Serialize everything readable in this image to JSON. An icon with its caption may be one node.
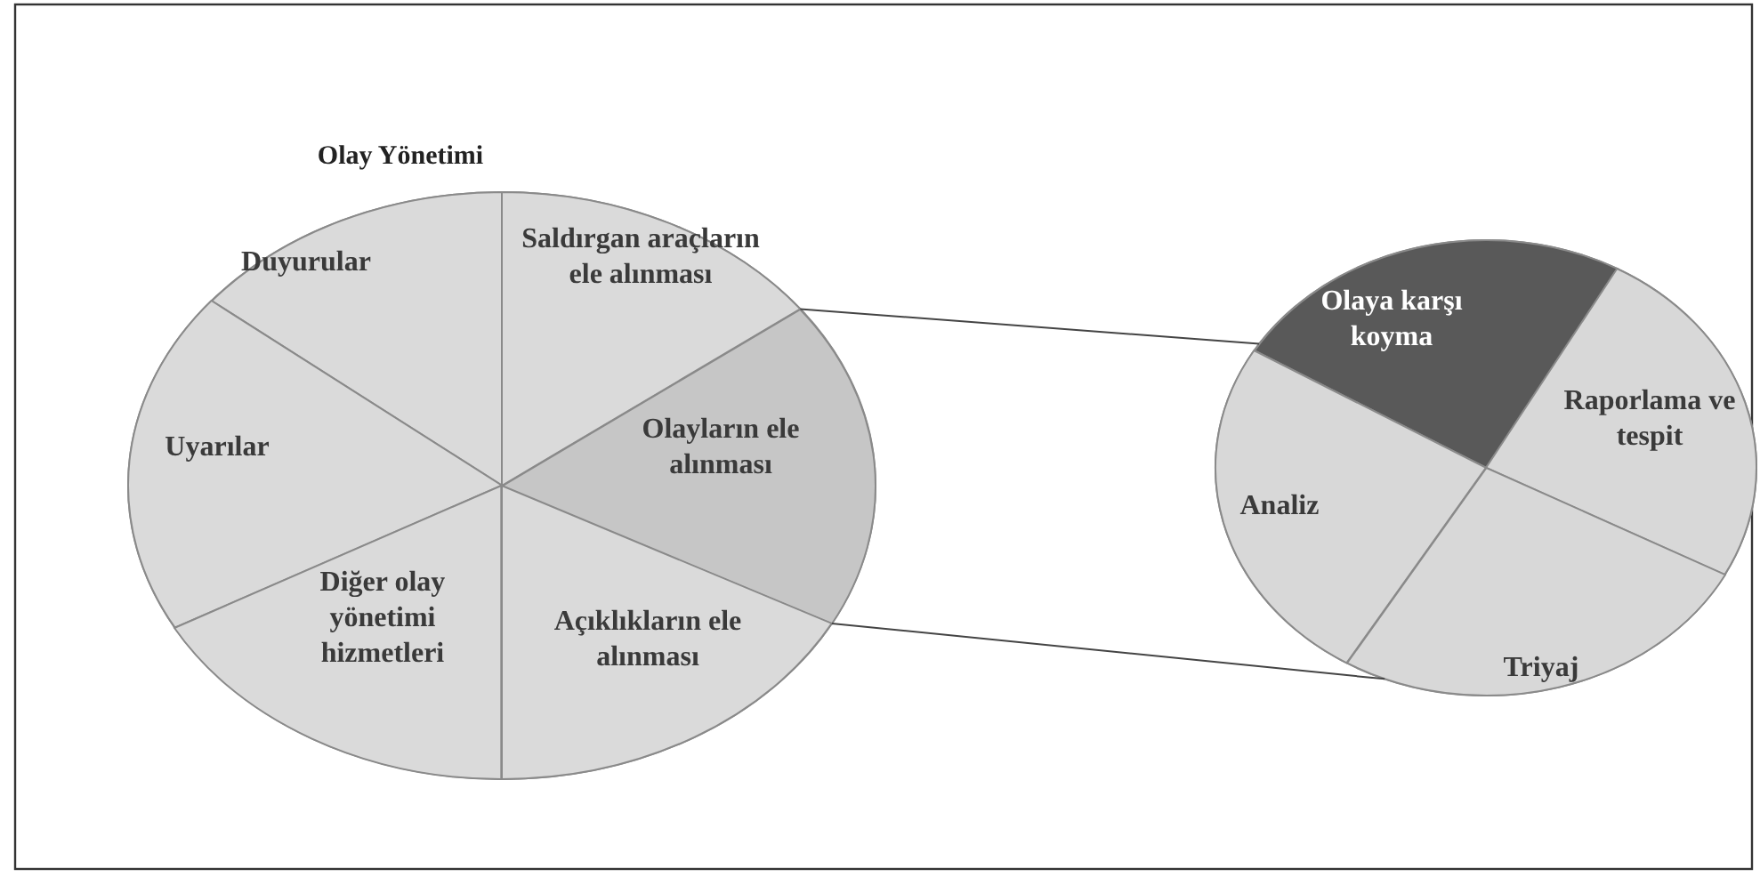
{
  "diagram": {
    "title": "Olay Yönetimi",
    "nodes": [
      {
        "text": [],
        "shape": "circle"
      },
      {
        "text": [
          "Duyurular"
        ],
        "in": 0
      },
      {
        "text": [
          "Saldırgan araçların ele alınması"
        ],
        "in": 0
      },
      {
        "text": [
          "Uyarılar"
        ],
        "in": 0
      },
      {
        "text": [
          "Olayların ele alınması"
        ],
        "in": 0
      },
      {
        "text": [
          "Diğer olay yönetimi hizmetleri"
        ],
        "in": 0
      },
      {
        "text": [
          "Açıklıkların ele alınması"
        ],
        "in": 0
      },
      {
        "text": [],
        "shape": "circle"
      },
      {
        "text": [
          "Olaya karşı koyma"
        ],
        "in": 7
      },
      {
        "text": [
          "Raporlama ve tespit"
        ],
        "in": 7
      },
      {
        "text": [
          "Analiz"
        ],
        "in": 7
      },
      {
        "text": [
          "Triyaj"
        ],
        "in": 7
      }
    ],
    "edges": [
      {
        "from": 4,
        "to": 7,
        "arrow": "none"
      },
      {
        "from": 4,
        "to": 7,
        "arrow": "none"
      }
    ]
  }
}
